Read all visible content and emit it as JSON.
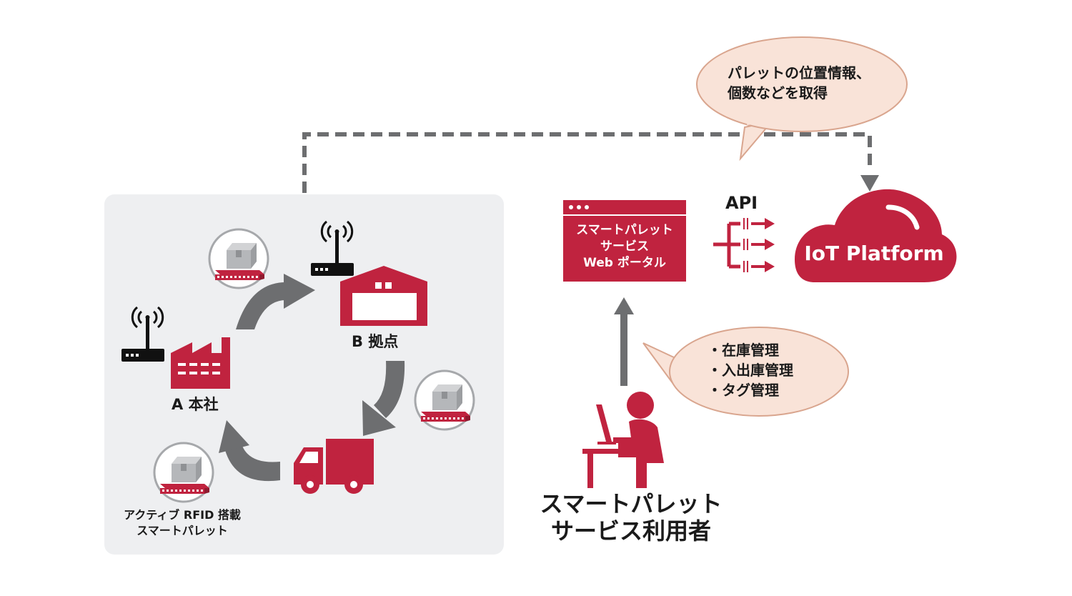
{
  "colors": {
    "brand_red": "#c0233f",
    "gray_arrow": "#6d6e70",
    "panel_bg": "#eeeff1",
    "bubble_fill": "#f9e3d8",
    "bubble_stroke": "#d9a58e",
    "dash_line": "#6d6e70"
  },
  "locations": {
    "hq_label": "A 本社",
    "base_label": "B 拠点"
  },
  "pallet_caption": {
    "line1": "アクティブ RFID 搭載",
    "line2": "スマートパレット"
  },
  "portal": {
    "line1": "スマートパレット",
    "line2": "サービス",
    "line3": "Web ポータル"
  },
  "api_label": "API",
  "cloud_label": "IoT Platform",
  "top_bubble": {
    "line1": "パレットの位置情報、",
    "line2": "個数などを取得"
  },
  "user_bubble": {
    "items": [
      "・在庫管理",
      "・入出庫管理",
      "・タグ管理"
    ]
  },
  "user_label": {
    "line1": "スマートパレット",
    "line2": "サービス利用者"
  },
  "icons": {
    "antenna": "wifi-router-icon",
    "factory": "factory-icon",
    "warehouse": "warehouse-icon",
    "truck": "truck-icon",
    "pallet": "pallet-box-icon",
    "user": "user-at-computer-icon",
    "cloud": "cloud-icon"
  }
}
